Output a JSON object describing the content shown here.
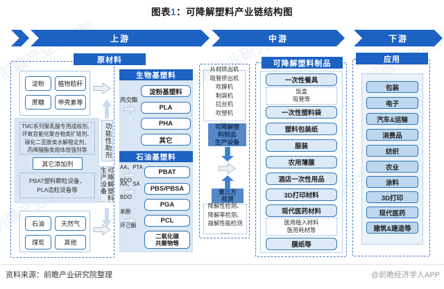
{
  "title": {
    "prefix": "图表",
    "num": "1",
    "sep": "：",
    "text": "可降解塑料产业链结构图"
  },
  "banners": {
    "upstream": "上游",
    "midstream": "中游",
    "downstream": "下游"
  },
  "upstream": {
    "header": "原材料",
    "bio_inputs": [
      "淀粉",
      "植物秸秆",
      "蔗糖",
      "甲壳素等"
    ],
    "additives_note": "TMC系列聚乳酸专用成核剂、\n环氧官能化聚合物类扩链剂、\n碳化二亚胺类水解稳定剂、\n丙烯酸酯类熔体增强剂等",
    "additives_other": "其它添加剂",
    "additives_label": "功能性助剂",
    "equipment_note": "PBAT塑料颗粒设备、\nPLA造粒设备等",
    "equipment_label": "可降解塑料生产设备",
    "fossil_inputs": [
      "石油",
      "天然气",
      "煤炭",
      "其他"
    ]
  },
  "bio_plastics": {
    "header": "生物基塑料",
    "items": [
      "淀粉基塑料",
      "PLA",
      "PHA",
      "其它"
    ],
    "pla_precursor": "丙交酯"
  },
  "petro_plastics": {
    "header": "石油基塑料",
    "items": [
      "PBAT",
      "PBS/PBSA",
      "PGA",
      "PCL",
      "二氧化碳\n共聚物等"
    ],
    "precursors": [
      {
        "top": "AA、PTA",
        "bottom": "BDO"
      },
      {
        "top": "AA、SA",
        "bottom": "BDO"
      },
      {
        "top": "苯酚",
        "bottom": "环己酮"
      }
    ]
  },
  "midstream": {
    "equipment_list": "片材挤出机\n吸管挤出机\n吹膜机\n制袋机\n拉丝机\n吹塑机\n......",
    "equipment_box": "可降解塑\n料制品\n生产设备",
    "testing_box": "第三方\n检测",
    "testing_list": "降解性检测、\n降解率检测、\n崩解性能检测\n......"
  },
  "products": {
    "header": "可降解塑料制品",
    "items": [
      "一次性餐具",
      "一次性塑料袋",
      "塑料包装纸",
      "服装",
      "农用薄膜",
      "酒店一次性用品",
      "3D打印材料",
      "现代医药材料",
      "膜纸等"
    ],
    "disposable_sub": "饭盒\n吸管等",
    "medical_sub": "医用植入材料\n医用耗材等"
  },
  "downstream": {
    "header": "应用",
    "items": [
      "包装",
      "电子",
      "汽车&运输",
      "消费品",
      "纺织",
      "农业",
      "涂料",
      "3D打印",
      "现代医药",
      "建筑&建造等"
    ]
  },
  "footer": {
    "source": "资料来源：前瞻产业研究院整理",
    "credit": "@前瞻经济学人APP"
  },
  "watermark": "前瞻产业研究院",
  "colors": {
    "accent_blue": "#1b62c3",
    "box_border": "#2e75b6",
    "panel_blue": "#d9e6f4",
    "item_fill": "#dce9f7",
    "app_item_fill": "#bdd7ee",
    "mid_box_fill": "#5588c8",
    "solid_arrow_blue": "#3d82d2",
    "soft_arrow_blue": "#c7dbf2"
  }
}
